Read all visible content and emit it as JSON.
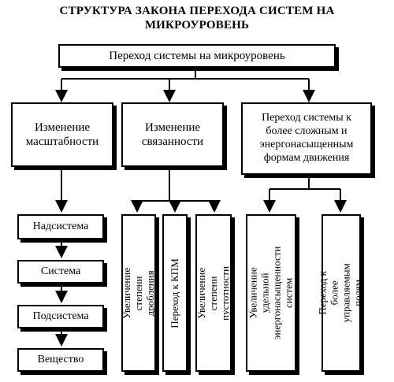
{
  "title": {
    "line1": "СТРУКТУРА ЗАКОНА ПЕРЕХОДА СИСТЕМ НА",
    "line2": "МИКРОУРОВЕНЬ"
  },
  "root": "Переход системы на микроуровень",
  "branches": {
    "scale": "Изменение масштабности",
    "connect": "Изменение связанности",
    "complex": "Переход системы к более сложным и энергонасыщенным формам движения"
  },
  "hierarchy": [
    "Надсистема",
    "Система",
    "Подсистема",
    "Вещество"
  ],
  "connect_children": [
    "Увеличение степени дробления",
    "Переход к КПМ",
    "Увеличение степени пустотности"
  ],
  "complex_children": [
    "Увеличение удельной энергонасыщенности систем",
    "Переход к более управляемым полям"
  ]
}
